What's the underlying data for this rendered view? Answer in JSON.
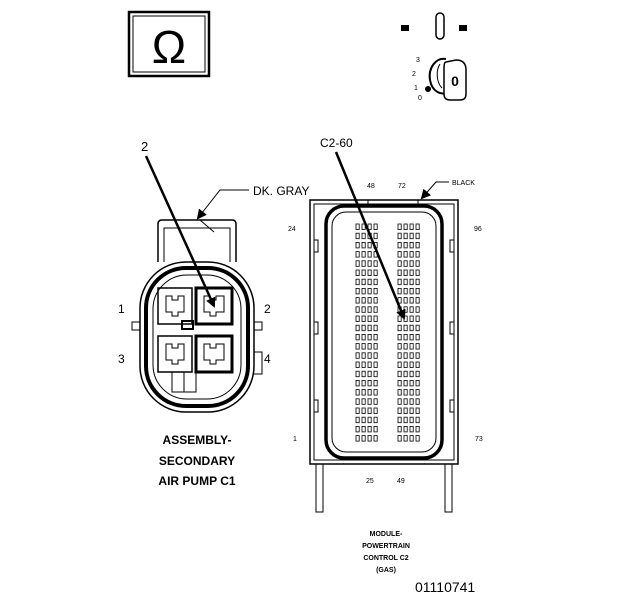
{
  "meter_box": {
    "symbol": "Ω"
  },
  "ignition_switch": {
    "positions": [
      "3",
      "2",
      "1",
      "0"
    ],
    "key_label": "0"
  },
  "left_connector": {
    "callout": "2",
    "color_label": "DK. GRAY",
    "pins": {
      "p1": "1",
      "p2": "2",
      "p3": "3",
      "p4": "4"
    },
    "name_lines": [
      "ASSEMBLY-",
      "SECONDARY",
      "AIR PUMP C1"
    ]
  },
  "right_connector": {
    "callout": "C2-60",
    "color_label": "BLACK",
    "pins": {
      "top_left": "48",
      "top_right": "72",
      "left_top": "24",
      "right_top": "96",
      "left_bottom": "1",
      "right_bottom": "73",
      "bottom_left": "25",
      "bottom_right": "49"
    },
    "name_lines": [
      "MODULE-",
      "POWERTRAIN",
      "CONTROL C2",
      "(GAS)"
    ]
  },
  "figure_id": "01110741"
}
